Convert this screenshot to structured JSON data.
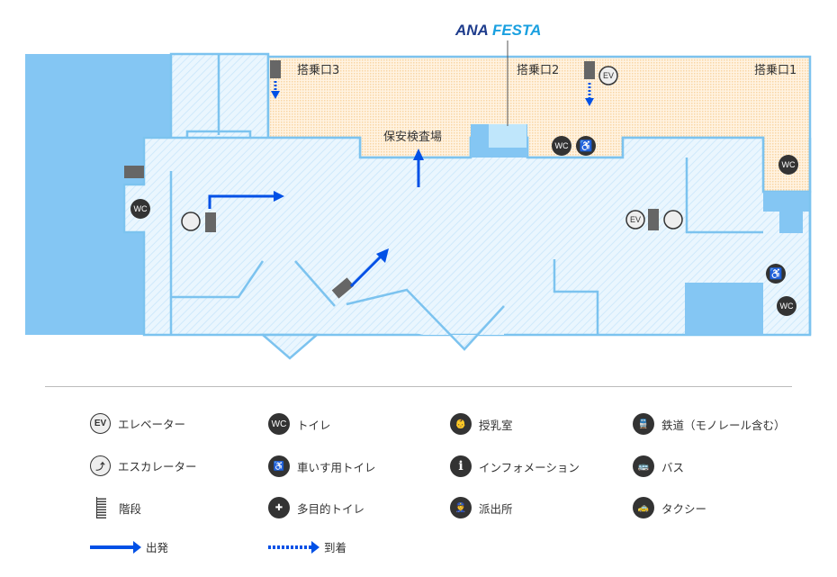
{
  "logo": {
    "part1": "ANA ",
    "part2": "FESTA"
  },
  "map": {
    "gates": [
      "搭乗口3",
      "搭乗口2",
      "搭乗口1"
    ],
    "security": "保安検査場",
    "icon_text": {
      "ev": "EV",
      "wc": "WC",
      "wheelchair": "♿"
    }
  },
  "legend": [
    {
      "icon": "elevator-icon",
      "glyph": "EV",
      "label": "エレベーター"
    },
    {
      "icon": "toilet-icon",
      "glyph": "WC",
      "label": "トイレ"
    },
    {
      "icon": "nursing-room-icon",
      "glyph": "👶",
      "label": "授乳室"
    },
    {
      "icon": "train-icon",
      "glyph": "🚆",
      "label": "鉄道（モノレール含む）"
    },
    {
      "icon": "escalator-icon",
      "glyph": "⤴",
      "label": "エスカレーター"
    },
    {
      "icon": "wheelchair-icon",
      "glyph": "♿",
      "label": "車いす用トイレ"
    },
    {
      "icon": "information-icon",
      "glyph": "i",
      "label": "インフォメーション"
    },
    {
      "icon": "bus-icon",
      "glyph": "🚌",
      "label": "バス"
    },
    {
      "icon": "stairs-icon",
      "glyph": "",
      "label": "階段"
    },
    {
      "icon": "multipurpose-toilet-icon",
      "glyph": "✚",
      "label": "多目的トイレ"
    },
    {
      "icon": "police-box-icon",
      "glyph": "👮",
      "label": "派出所"
    },
    {
      "icon": "taxi-icon",
      "glyph": "🚕",
      "label": "タクシー"
    }
  ],
  "arrows": {
    "departure": "出発",
    "arrival": "到着"
  },
  "colors": {
    "solid": "#84c6f3",
    "hatch": "#e6f4fd",
    "orange": "#fdebd0",
    "arrow": "#0050e6"
  }
}
